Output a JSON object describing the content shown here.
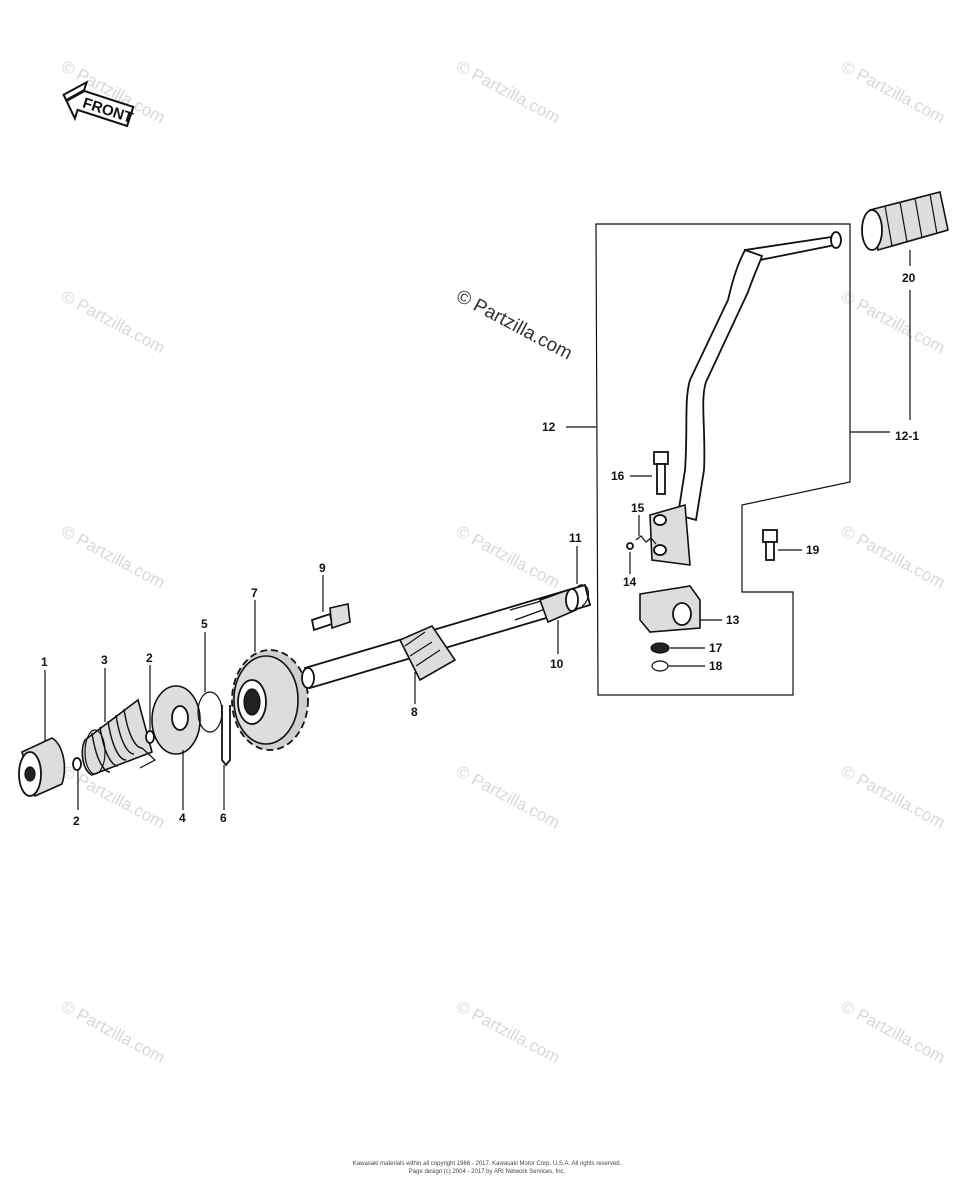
{
  "direction_label": "FRONT",
  "watermark": "© Partzilla.com",
  "footer": {
    "line1": "Kawasaki materials within all copyright 1966 - 2017. Kawasaki Motor Corp. U.S.A.  All rights reserved.",
    "line2": "Page design (c) 2004 - 2017 by ARI Network Services, Inc."
  },
  "callouts": {
    "c1": "1",
    "c2a": "2",
    "c2b": "2",
    "c3": "3",
    "c4": "4",
    "c5": "5",
    "c6": "6",
    "c7": "7",
    "c8": "8",
    "c9": "9",
    "c10": "10",
    "c11": "11",
    "c12": "12",
    "c12_1": "12-1",
    "c13": "13",
    "c14": "14",
    "c15": "15",
    "c16": "16",
    "c17": "17",
    "c18": "18",
    "c19": "19",
    "c20": "20"
  }
}
